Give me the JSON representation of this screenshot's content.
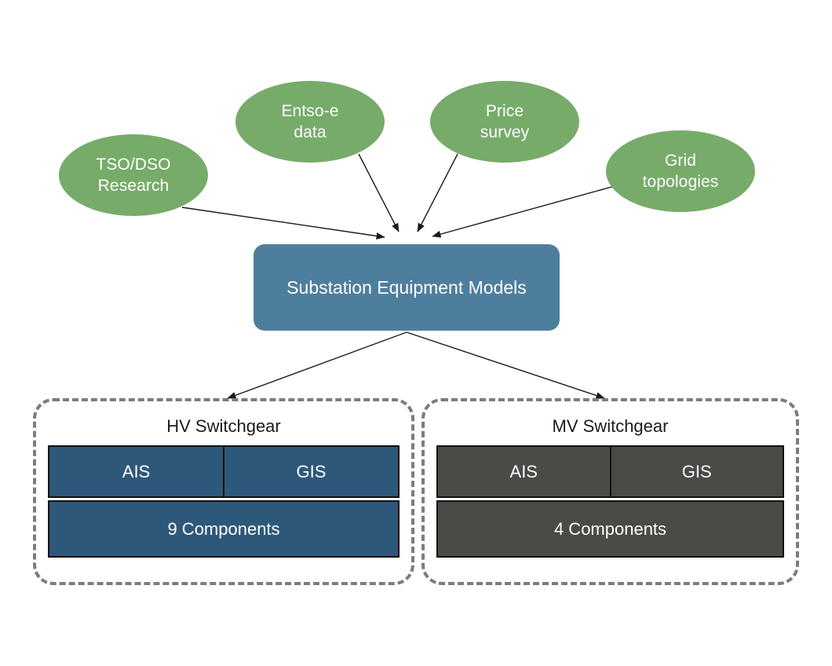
{
  "diagram": {
    "title": "Substation Equipment Models",
    "type": "flow-diagram",
    "colors": {
      "source_fill": "#77AB6A",
      "central_fill": "#4E7E9E",
      "hv_fill": "#2E587A",
      "mv_fill": "#4A4A47",
      "group_border": "#7C7C7C",
      "edge": "#1a1a1a",
      "background": "#FFFFFF"
    }
  },
  "sources": [
    {
      "id": "tso-dso-research",
      "line1": "TSO/DSO",
      "line2": "Research"
    },
    {
      "id": "entso-e-data",
      "line1": "Entso-e",
      "line2": "data"
    },
    {
      "id": "price-survey",
      "line1": "Price",
      "line2": "survey"
    },
    {
      "id": "grid-topologies",
      "line1": "Grid",
      "line2": "topologies"
    }
  ],
  "central": {
    "line1": "Substation Equipment",
    "line2": "Models"
  },
  "groups": [
    {
      "id": "hv-switchgear",
      "title": "HV Switchgear",
      "cells": [
        "AIS",
        "GIS"
      ],
      "components": "9 Components"
    },
    {
      "id": "mv-switchgear",
      "title": "MV Switchgear",
      "cells": [
        "AIS",
        "GIS"
      ],
      "components": "4 Components"
    }
  ]
}
